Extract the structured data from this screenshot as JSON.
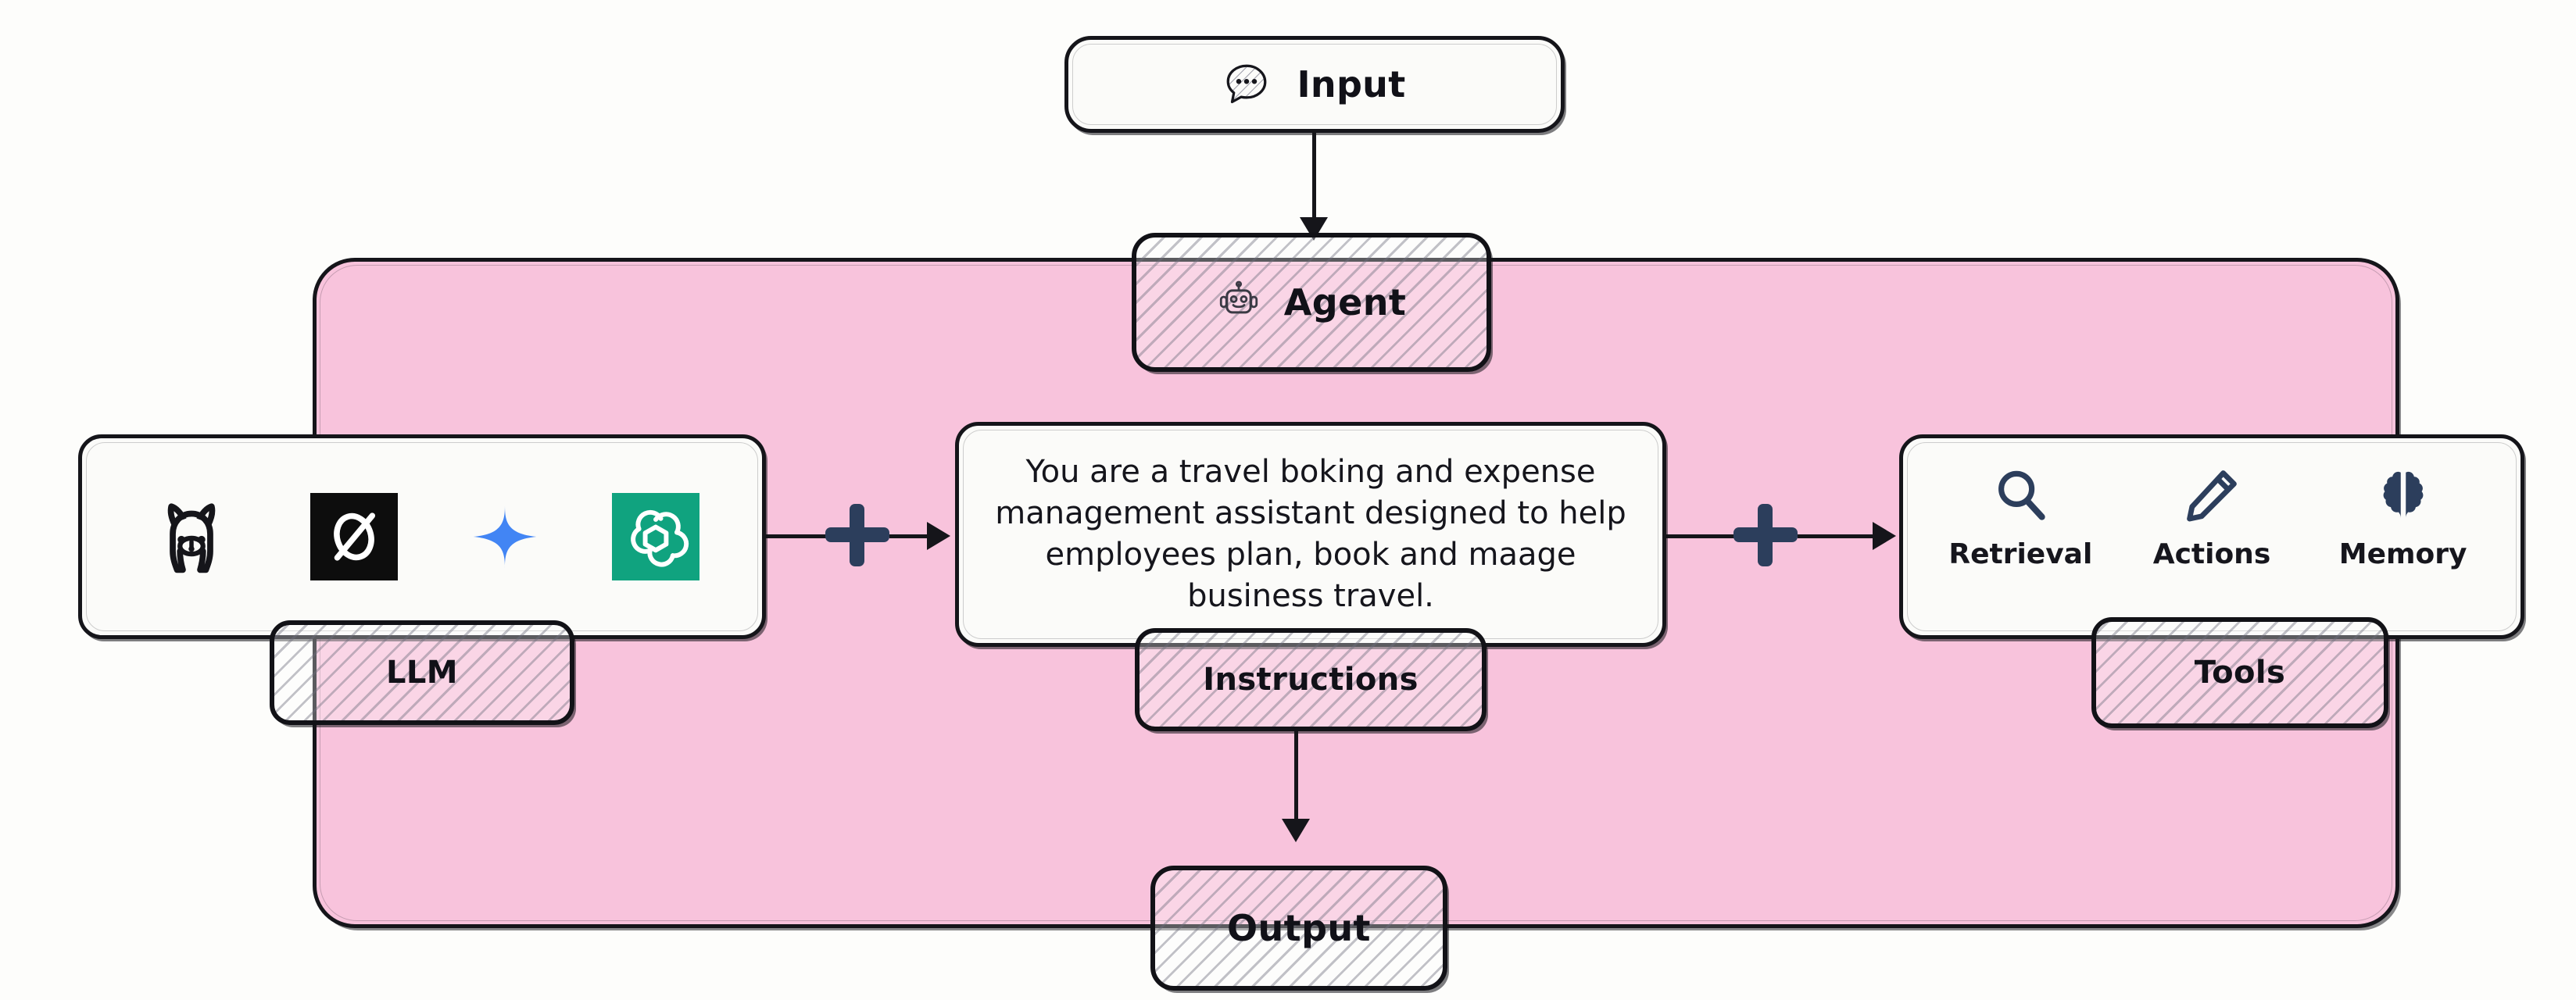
{
  "canvas": {
    "background": "#fdfdfb",
    "region_color": "#f8c3dc",
    "ink_color": "#15151a",
    "accent_navy": "#2c3e5c"
  },
  "nodes": {
    "input": {
      "label": "Input",
      "icon": "chat-bubble-icon"
    },
    "agent": {
      "label": "Agent",
      "icon": "robot-icon"
    },
    "output": {
      "label": "Output"
    }
  },
  "llm": {
    "chip_label": "LLM",
    "providers": [
      {
        "name": "llama-icon",
        "title": "Llama"
      },
      {
        "name": "mistral-icon",
        "title": "Mistral"
      },
      {
        "name": "gemini-icon",
        "title": "Gemini"
      },
      {
        "name": "openai-icon",
        "title": "OpenAI"
      }
    ]
  },
  "instructions": {
    "chip_label": "Instructions",
    "text": "You are a travel boking and expense management assistant designed to help employees plan, book and maage business travel."
  },
  "tools": {
    "chip_label": "Tools",
    "items": [
      {
        "label": "Retrieval",
        "icon": "magnifier-icon"
      },
      {
        "label": "Actions",
        "icon": "pencil-icon"
      },
      {
        "label": "Memory",
        "icon": "brain-icon"
      }
    ]
  },
  "operators": {
    "plus": "+"
  }
}
